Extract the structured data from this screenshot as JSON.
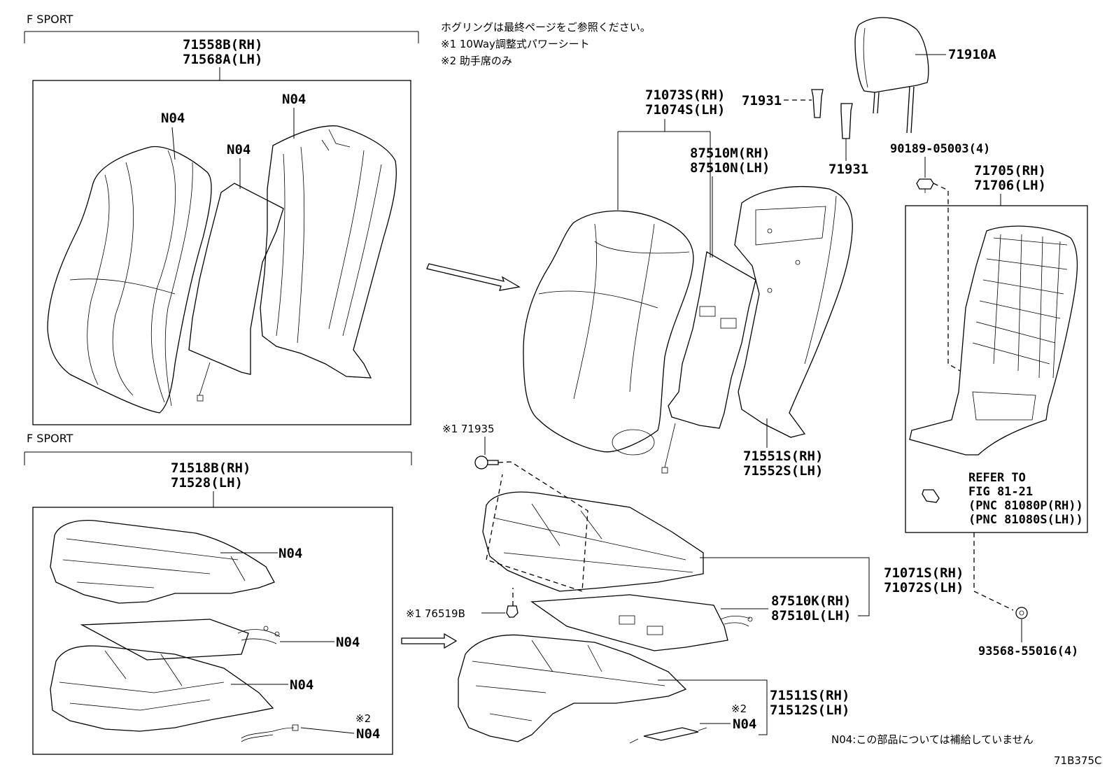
{
  "notes": {
    "horn_ring": "ホグリングは最終ページをご参照ください。",
    "note1": "※1 10Way調整式パワーシート",
    "note2": "※2 助手席のみ",
    "n04_note": "N04:この部品については補給していません",
    "figure_code": "71B375C"
  },
  "groups": {
    "fsport_top": "F SPORT",
    "fsport_bottom": "F SPORT"
  },
  "labels": {
    "p71558B": "71558B(RH)",
    "p71568A": "71568A(LH)",
    "n04_a": "N04",
    "n04_b": "N04",
    "n04_c": "N04",
    "p71518B": "71518B(RH)",
    "p71528": "71528(LH)",
    "n04_d": "N04",
    "n04_e": "N04",
    "n04_f": "N04",
    "n04_g_mark": "※2",
    "n04_g": "N04",
    "p71073S": "71073S(RH)",
    "p71074S": "71074S(LH)",
    "p87510M": "87510M(RH)",
    "p87510N": "87510N(LH)",
    "p71931_a": "71931",
    "p71931_b": "71931",
    "p71910A": "71910A",
    "p90189": "90189-05003(4)",
    "p71705": "71705(RH)",
    "p71706": "71706(LH)",
    "p71551S": "71551S(RH)",
    "p71552S": "71552S(LH)",
    "p71935": "※1 71935",
    "refer1": "REFER TO",
    "refer2": "FIG 81-21",
    "refer3": "(PNC 81080P(RH))",
    "refer4": "(PNC 81080S(LH))",
    "p71071S": "71071S(RH)",
    "p71072S": "71072S(LH)",
    "p87510K": "87510K(RH)",
    "p87510L": "87510L(LH)",
    "p76519B": "※1 76519B",
    "p93568": "93568-55016(4)",
    "p71511S": "71511S(RH)",
    "p71512S": "71512S(LH)",
    "n04_h_mark": "※2",
    "n04_h": "N04"
  }
}
